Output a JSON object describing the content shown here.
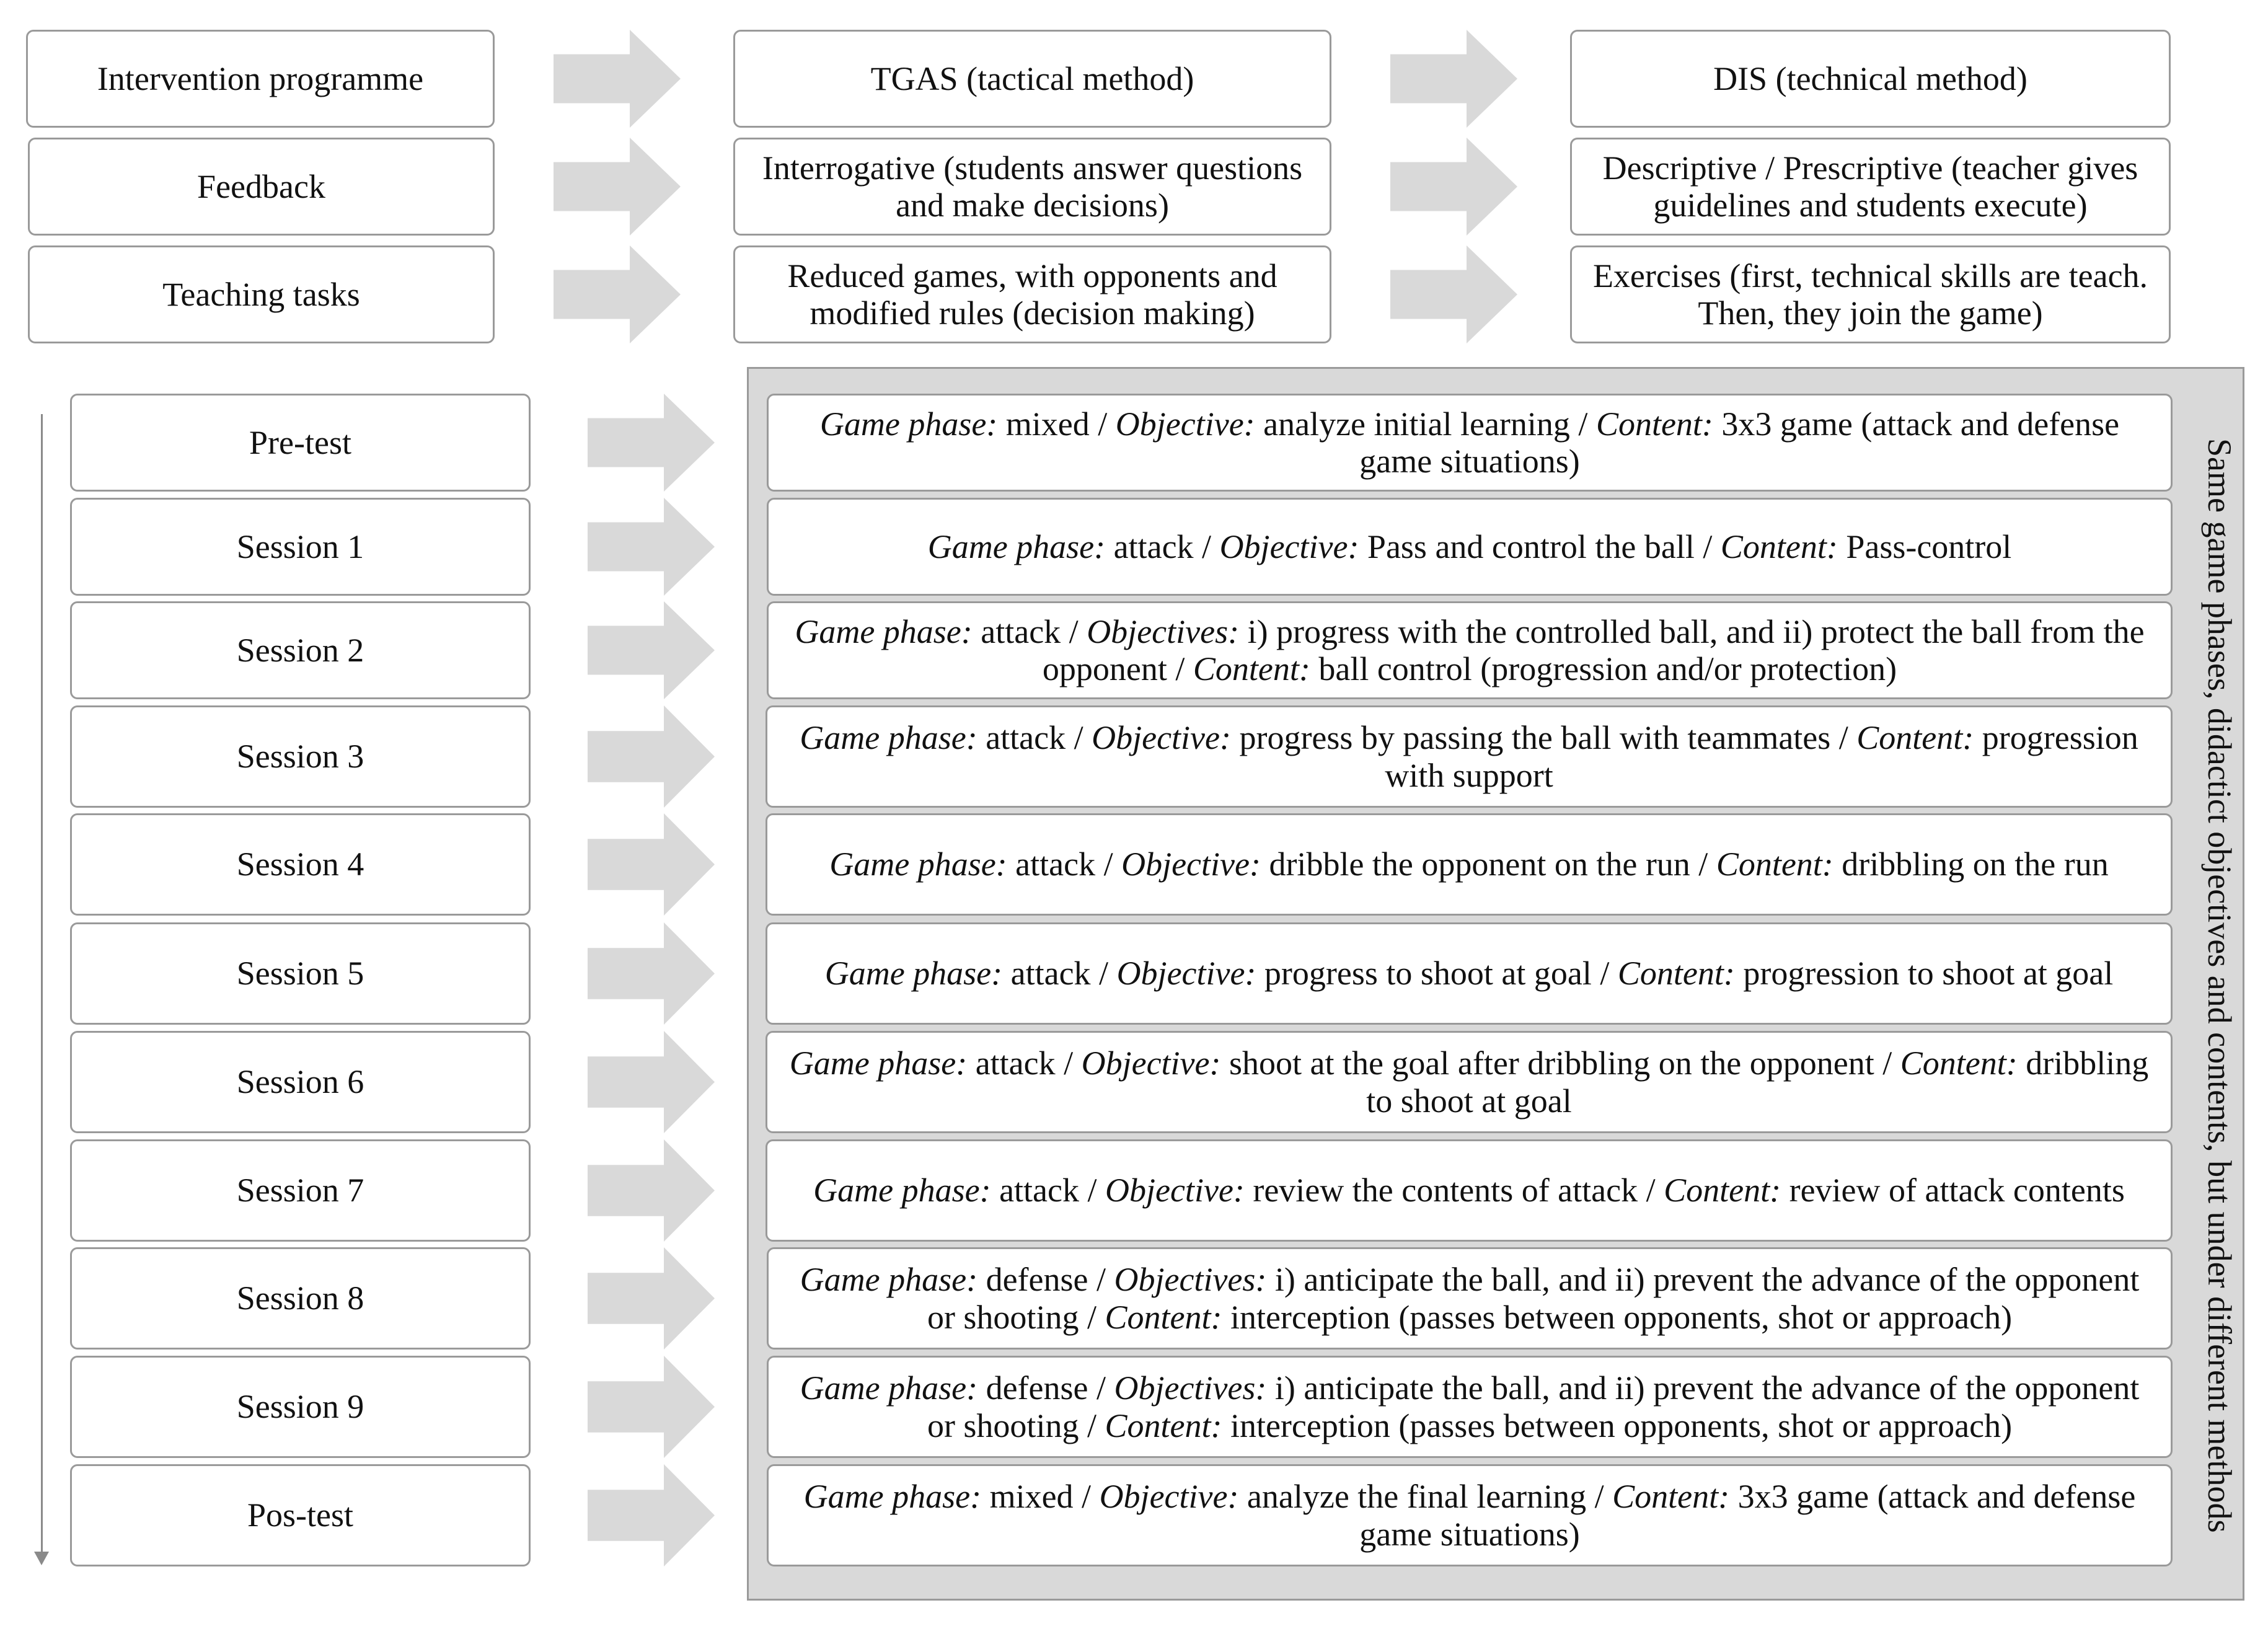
{
  "header_rows": [
    {
      "label": "Intervention programme",
      "tgas": "TGAS (tactical method)",
      "dis": "DIS (technical method)"
    },
    {
      "label": "Feedback",
      "tgas": "Interrogative (students answer questions and make decisions)",
      "dis": "Descriptive / Prescriptive (teacher gives guidelines and students execute)"
    },
    {
      "label": "Teaching tasks",
      "tgas": "Reduced games, with opponents and modified rules (decision making)",
      "dis": "Exercises (first, technical skills are teach. Then, they join the game)"
    }
  ],
  "sessions": [
    {
      "label": "Pre-test",
      "k1": "Game phase:",
      "v1": " mixed / ",
      "k2": "Objective:",
      "v2": " analyze initial learning / ",
      "k3": "Content:",
      "v3": " 3x3 game (attack and defense game situations)"
    },
    {
      "label": "Session 1",
      "k1": "Game phase:",
      "v1": " attack / ",
      "k2": "Objective:",
      "v2": "  Pass and control the ball / ",
      "k3": "Content:",
      "v3": " Pass-control"
    },
    {
      "label": "Session 2",
      "k1": "Game phase:",
      "v1": " attack / ",
      "k2": "Objectives:",
      "v2": "  i) progress with the controlled ball, and ii) protect the ball from the opponent / ",
      "k3": "Content:",
      "v3": " ball control (progression and/or protection)"
    },
    {
      "label": "Session 3",
      "k1": "Game phase:",
      "v1": " attack / ",
      "k2": "Objective:",
      "v2": " progress by passing the ball with teammates / ",
      "k3": "Content:",
      "v3": " progression with support"
    },
    {
      "label": "Session 4",
      "k1": "Game phase:",
      "v1": " attack / ",
      "k2": "Objective:",
      "v2": " dribble the opponent on the run / ",
      "k3": "Content:",
      "v3": " dribbling on the run"
    },
    {
      "label": "Session 5",
      "k1": "Game phase:",
      "v1": " attack / ",
      "k2": "Objective:",
      "v2": " progress to shoot at goal / ",
      "k3": "Content:",
      "v3": " progression to shoot at goal"
    },
    {
      "label": "Session 6",
      "k1": "Game phase:",
      "v1": " attack / ",
      "k2": "Objective:",
      "v2": " shoot at the goal after dribbling on the opponent / ",
      "k3": "Content:",
      "v3": " dribbling to shoot at goal"
    },
    {
      "label": "Session 7",
      "k1": "Game phase:",
      "v1": " attack / ",
      "k2": "Objective:",
      "v2": " review the contents of attack / ",
      "k3": "Content:",
      "v3": " review of attack contents"
    },
    {
      "label": "Session 8",
      "k1": "Game phase:",
      "v1": " defense / ",
      "k2": "Objectives:",
      "v2": " i) anticipate the ball, and ii) prevent the advance of the opponent or shooting  / ",
      "k3": "Content:",
      "v3": " interception (passes between opponents,  shot or approach)"
    },
    {
      "label": "Session 9",
      "k1": "Game phase:",
      "v1": " defense / ",
      "k2": "Objectives:",
      "v2": " i) anticipate the ball, and ii) prevent the advance of the opponent or shooting  / ",
      "k3": "Content:",
      "v3": " interception (passes between opponents,  shot or approach)"
    },
    {
      "label": "Pos-test",
      "k1": "Game phase:",
      "v1": " mixed / ",
      "k2": "Objective:",
      "v2": " analyze the final learning / ",
      "k3": "Content:",
      "v3": " 3x3 game (attack and defense game situations)"
    }
  ],
  "side_label": "Same game phases, didactict objectives and contents, but under different methods",
  "colors": {
    "arrow_fill": "#d9d9d9",
    "box_border": "#9a9a9a",
    "panel_fill": "#d9d9d9",
    "timeline": "#8a8a8a"
  }
}
